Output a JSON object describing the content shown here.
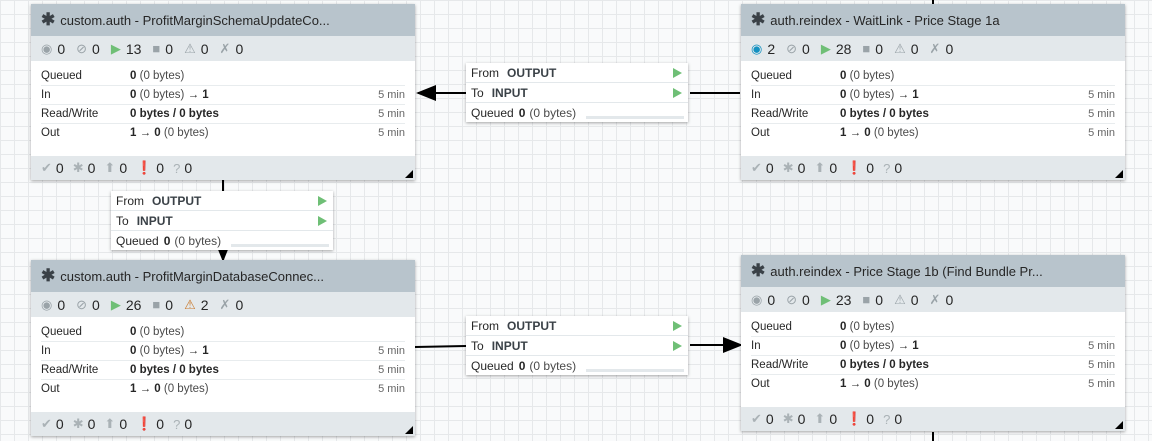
{
  "groups": [
    {
      "title": "custom.auth - ProfitMarginSchemaUpdateCo...",
      "stats": {
        "transmitting": "0",
        "not_transmitting": "0",
        "running": "13",
        "stopped": "0",
        "invalid": "0",
        "disabled": "0"
      },
      "queued_val": "0",
      "queued_bytes": "(0 bytes)",
      "in_val": "0",
      "in_bytes": "(0 bytes)",
      "in_arrow": "→ 1",
      "in_time": "5 min",
      "rw_val": "0 bytes / 0 bytes",
      "rw_time": "5 min",
      "out_val": "1 → 0",
      "out_bytes": "(0 bytes)",
      "out_time": "5 min",
      "footer": {
        "up_to_date": "0",
        "locally_modified": "0",
        "stale": "0",
        "modified_stale": "0",
        "sync_failure": "0"
      }
    },
    {
      "title": "auth.reindex - WaitLink - Price Stage 1a",
      "stats": {
        "transmitting": "2",
        "not_transmitting": "0",
        "running": "28",
        "stopped": "0",
        "invalid": "0",
        "disabled": "0"
      },
      "queued_val": "0",
      "queued_bytes": "(0 bytes)",
      "in_val": "0",
      "in_bytes": "(0 bytes)",
      "in_arrow": "→ 1",
      "in_time": "5 min",
      "rw_val": "0 bytes / 0 bytes",
      "rw_time": "5 min",
      "out_val": "1 → 0",
      "out_bytes": "(0 bytes)",
      "out_time": "5 min",
      "footer": {
        "up_to_date": "0",
        "locally_modified": "0",
        "stale": "0",
        "modified_stale": "0",
        "sync_failure": "0"
      }
    },
    {
      "title": "custom.auth - ProfitMarginDatabaseConnec...",
      "stats": {
        "transmitting": "0",
        "not_transmitting": "0",
        "running": "26",
        "stopped": "0",
        "invalid": "2",
        "disabled": "0"
      },
      "queued_val": "0",
      "queued_bytes": "(0 bytes)",
      "in_val": "0",
      "in_bytes": "(0 bytes)",
      "in_arrow": "→ 1",
      "in_time": "5 min",
      "rw_val": "0 bytes / 0 bytes",
      "rw_time": "5 min",
      "out_val": "1 → 0",
      "out_bytes": "(0 bytes)",
      "out_time": "5 min",
      "footer": {
        "up_to_date": "0",
        "locally_modified": "0",
        "stale": "0",
        "modified_stale": "0",
        "sync_failure": "0"
      }
    },
    {
      "title": "auth.reindex - Price Stage 1b (Find Bundle Pr...",
      "stats": {
        "transmitting": "0",
        "not_transmitting": "0",
        "running": "23",
        "stopped": "0",
        "invalid": "0",
        "disabled": "0"
      },
      "queued_val": "0",
      "queued_bytes": "(0 bytes)",
      "in_val": "0",
      "in_bytes": "(0 bytes)",
      "in_arrow": "→ 1",
      "in_time": "5 min",
      "rw_val": "0 bytes / 0 bytes",
      "rw_time": "5 min",
      "out_val": "1 → 0",
      "out_bytes": "(0 bytes)",
      "out_time": "5 min",
      "footer": {
        "up_to_date": "0",
        "locally_modified": "0",
        "stale": "0",
        "modified_stale": "0",
        "sync_failure": "0"
      }
    }
  ],
  "labels": {
    "queued": "Queued",
    "in": "In",
    "read_write": "Read/Write",
    "out": "Out",
    "from": "From",
    "to": "To"
  },
  "connections": [
    {
      "from_port": "OUTPUT",
      "to_port": "INPUT",
      "queued_val": "0",
      "queued_bytes": "(0 bytes)"
    },
    {
      "from_port": "OUTPUT",
      "to_port": "INPUT",
      "queued_val": "0",
      "queued_bytes": "(0 bytes)"
    },
    {
      "from_port": "OUTPUT",
      "to_port": "INPUT",
      "queued_val": "0",
      "queued_bytes": "(0 bytes)"
    }
  ],
  "colors": {
    "running": "#6fbf76",
    "transmitting": "#1491c1",
    "invalid": "#c9792b",
    "header": "#b8c4cc"
  }
}
